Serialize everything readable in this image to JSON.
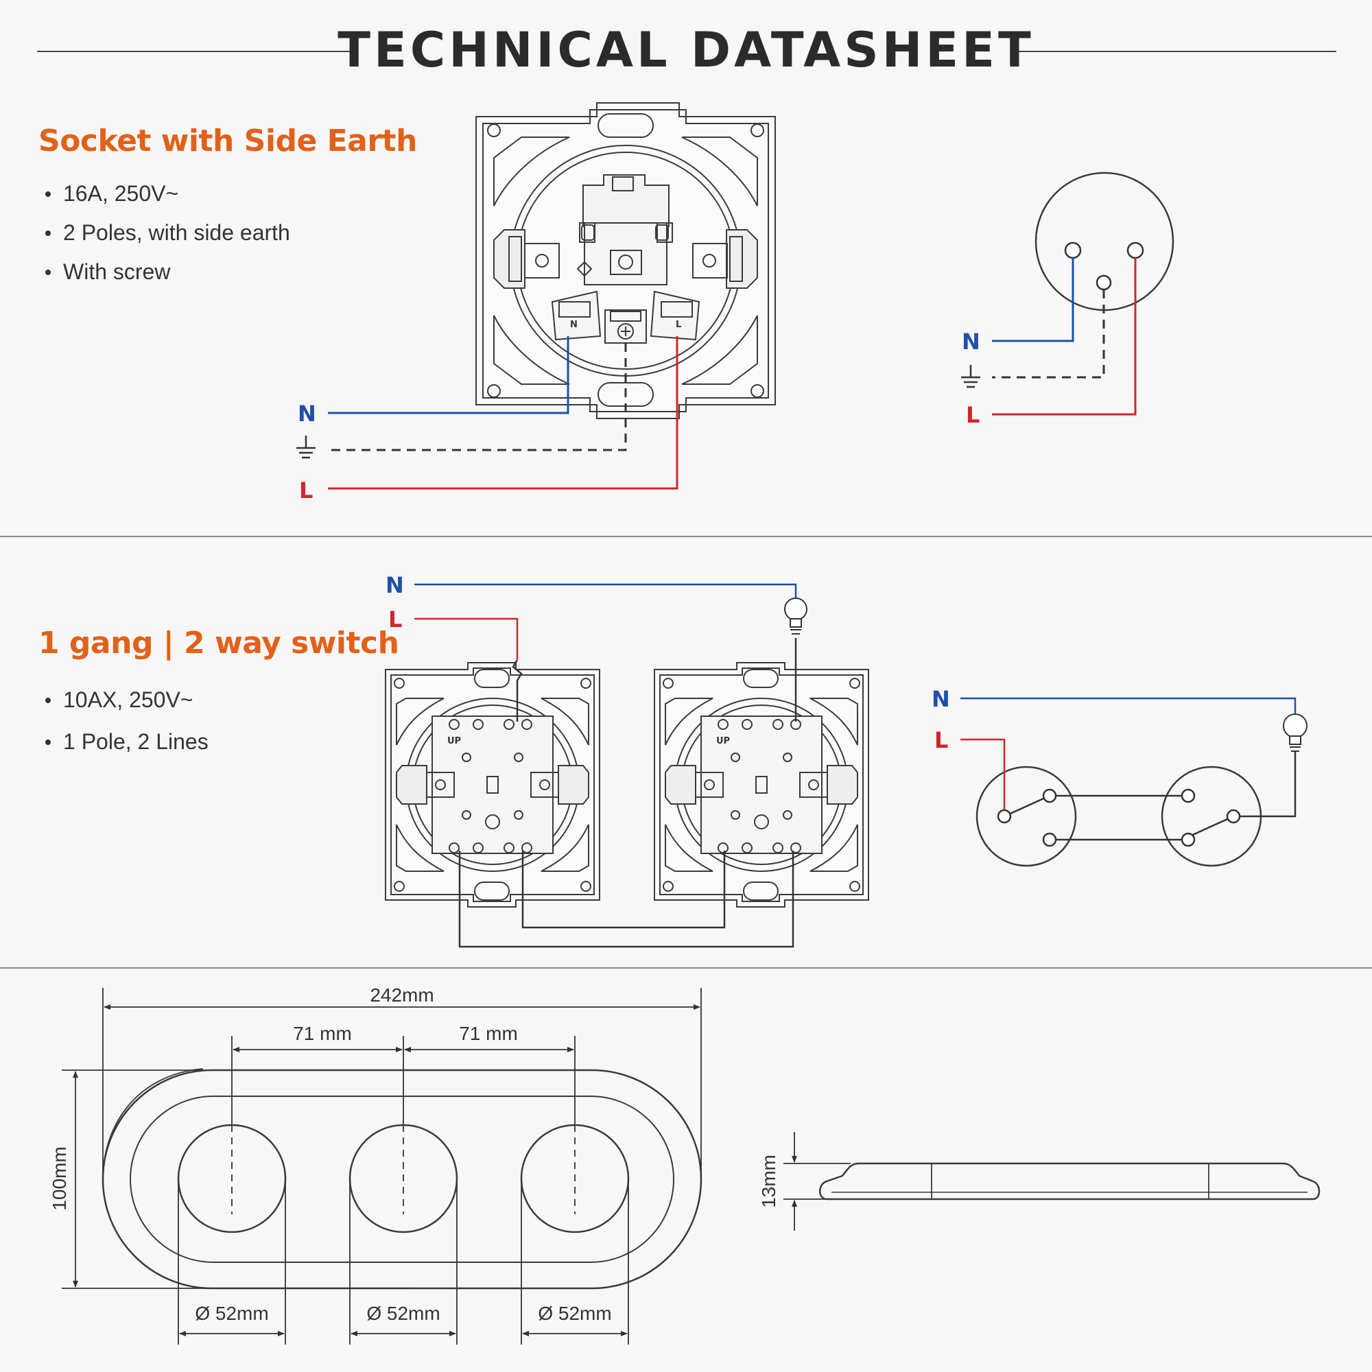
{
  "page": {
    "title": "TECHNICAL DATASHEET"
  },
  "socket": {
    "heading": "Socket with Side Earth",
    "specs": [
      "16A, 250V~",
      "2 Poles, with side earth",
      "With screw"
    ],
    "terminal_n": "N",
    "terminal_l": "L",
    "wire_n": "N",
    "wire_l": "L",
    "schematic_n": "N",
    "schematic_l": "L"
  },
  "switch": {
    "heading": "1 gang | 2 way switch",
    "specs": [
      "10AX, 250V~",
      "1 Pole, 2 Lines"
    ],
    "wire_n": "N",
    "wire_l": "L",
    "up_label_1": "UP",
    "up_label_2": "UP",
    "schematic_n": "N",
    "schematic_l": "L"
  },
  "dimensions": {
    "overall_width": "242mm",
    "pitch_1": "71 mm",
    "pitch_2": "71 mm",
    "height": "100mm",
    "diameter_1": "Ø 52mm",
    "diameter_2": "Ø 52mm",
    "diameter_3": "Ø 52mm",
    "depth": "13mm"
  },
  "colors": {
    "accent": "#e2611a",
    "neutral_wire": "#1f4fa8",
    "live_wire": "#d2262a",
    "line_art": "#3a3a3a"
  }
}
